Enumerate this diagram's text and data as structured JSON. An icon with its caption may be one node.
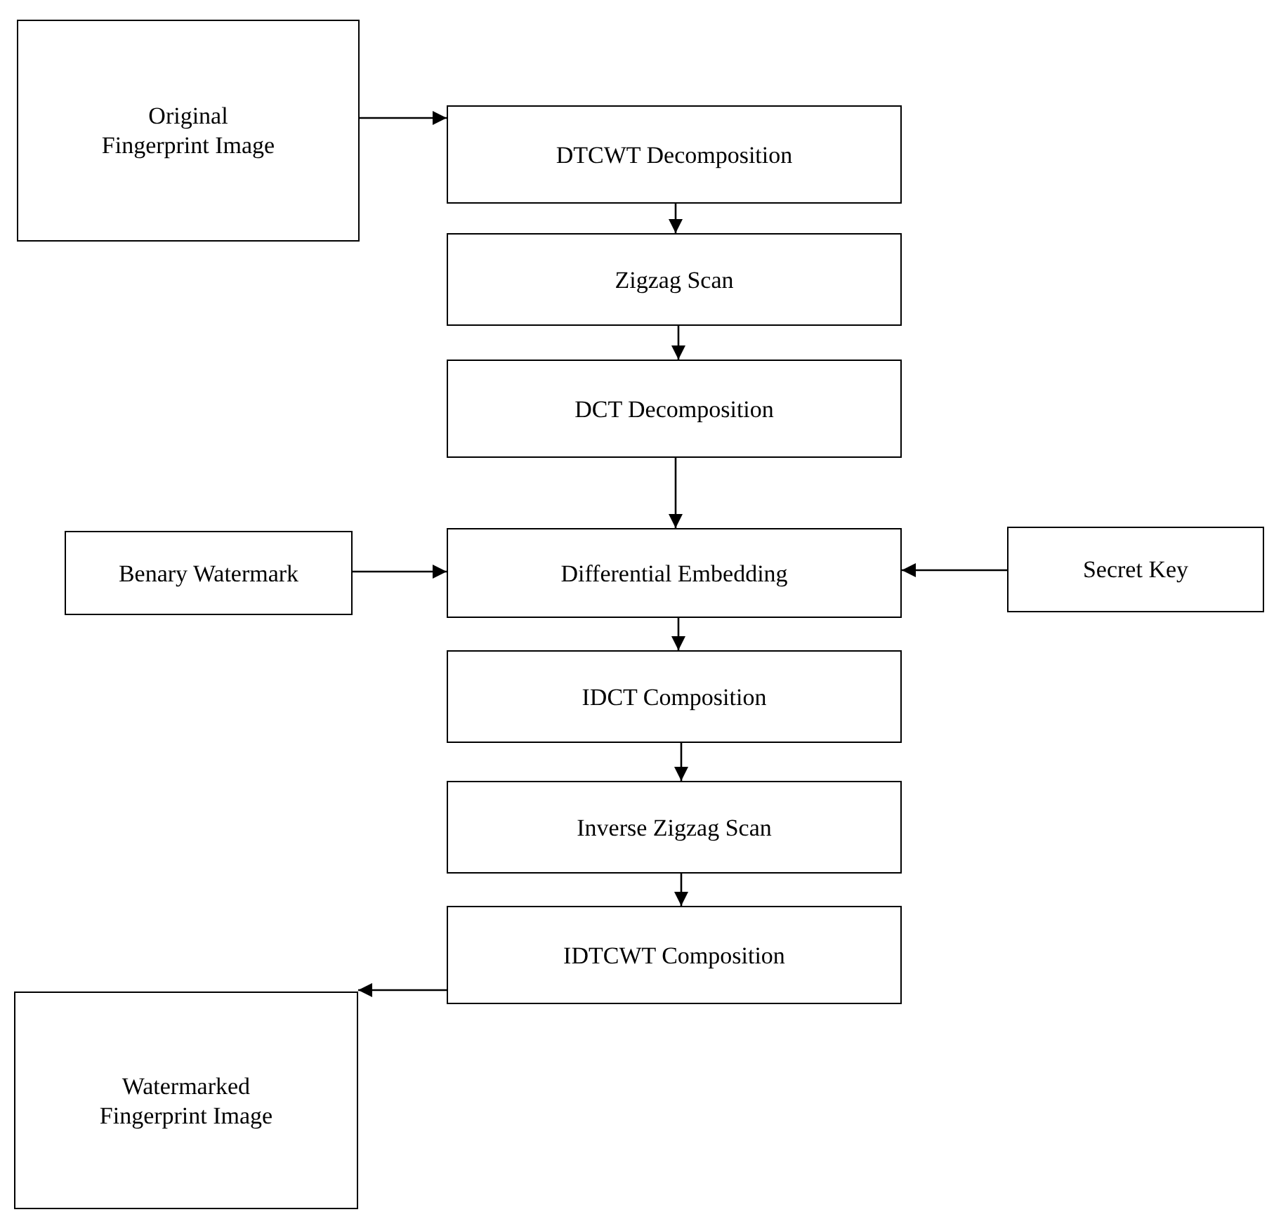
{
  "diagram": {
    "nodes": [
      {
        "text": [
          "Original Fingerprint Image"
        ]
      },
      {
        "text": [
          "DTCWT Decomposition"
        ]
      },
      {
        "text": [
          "Zigzag Scan"
        ]
      },
      {
        "text": [
          "DCT Decomposition"
        ]
      },
      {
        "text": [
          "Benary Watermark"
        ]
      },
      {
        "text": [
          "Differential Embedding"
        ]
      },
      {
        "text": [
          "Secret Key"
        ]
      },
      {
        "text": [
          "IDCT Composition"
        ]
      },
      {
        "text": [
          "Inverse Zigzag Scan"
        ]
      },
      {
        "text": [
          "Watermarked Fingerprint Image"
        ]
      },
      {
        "text": [
          "IDTCWT Composition"
        ]
      }
    ],
    "edges": [
      {
        "from": 0,
        "to": 1,
        "arrow": "to"
      },
      {
        "from": 1,
        "to": 2,
        "arrow": "to"
      },
      {
        "from": 2,
        "to": 3,
        "arrow": "to"
      },
      {
        "from": 3,
        "to": 5,
        "arrow": "to"
      },
      {
        "from": 4,
        "to": 5,
        "arrow": "to"
      },
      {
        "from": 6,
        "to": 5,
        "arrow": "to"
      },
      {
        "from": 5,
        "to": 7,
        "arrow": "to"
      },
      {
        "from": 7,
        "to": 8,
        "arrow": "to"
      },
      {
        "from": 8,
        "to": 10,
        "arrow": "to"
      },
      {
        "from": 10,
        "to": 9,
        "arrow": "to"
      }
    ]
  }
}
